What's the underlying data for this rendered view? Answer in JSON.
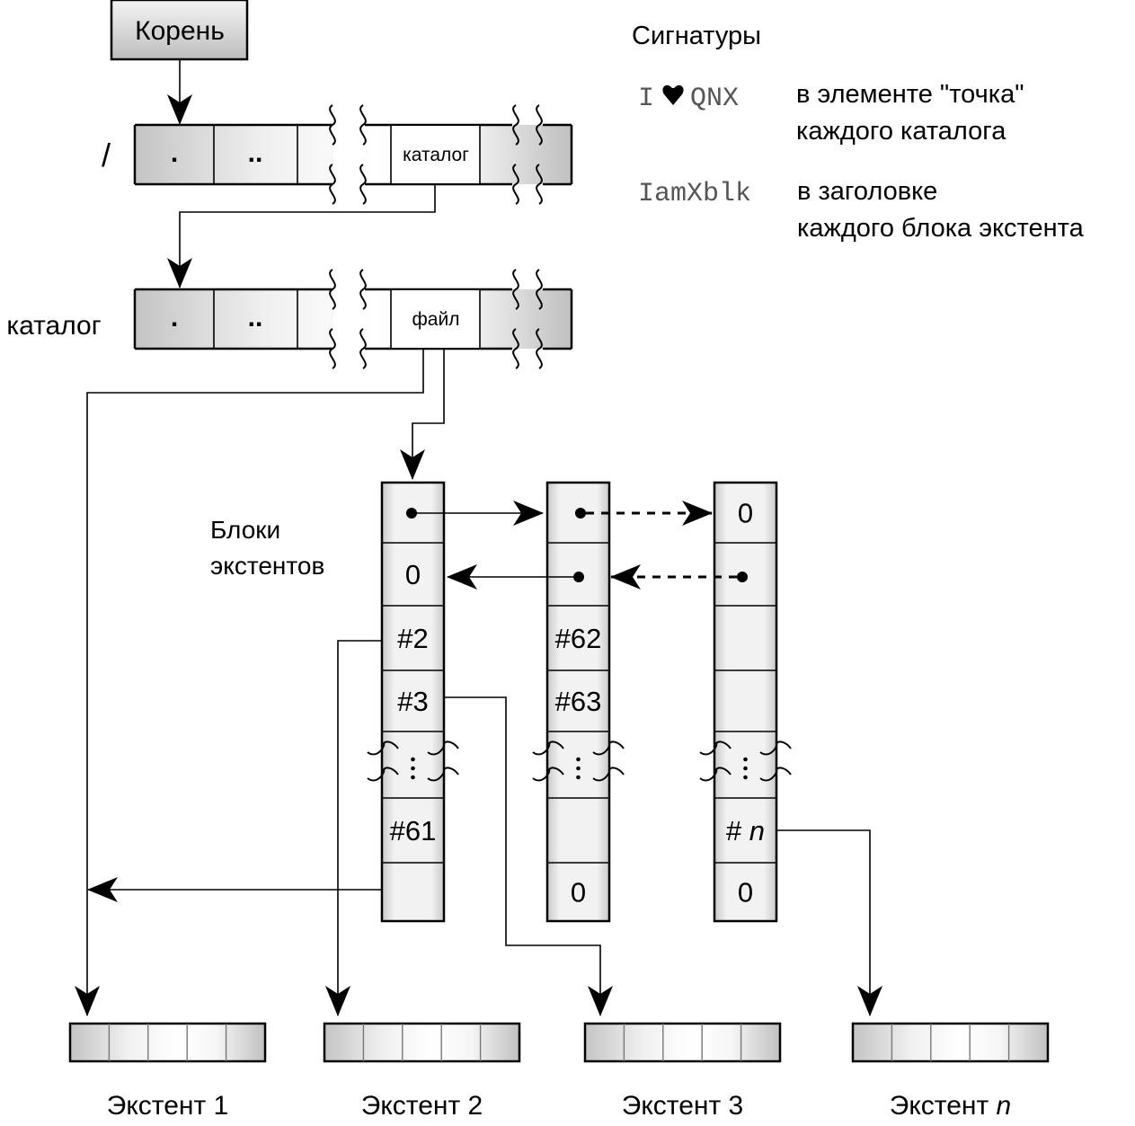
{
  "root": {
    "label": "Корень"
  },
  "dirs": [
    {
      "id": "root-dir",
      "side_label": "/",
      "cells": [
        ".",
        "..",
        "",
        "каталог",
        ""
      ]
    },
    {
      "id": "catalog-dir",
      "side_label": "каталог",
      "cells": [
        ".",
        "..",
        "",
        "файл",
        ""
      ]
    }
  ],
  "signatures": {
    "title": "Сигнатуры",
    "items": [
      {
        "code_prefix": "I",
        "code_icon": "heart-icon",
        "code_suffix": "QNX",
        "desc_line1": "в элементе \"точка\"",
        "desc_line2": "каждого каталога"
      },
      {
        "code": "IamXblk",
        "desc_line1": "в заголовке",
        "desc_line2": "каждого блока экстента"
      }
    ]
  },
  "extent_blocks_label": {
    "line1": "Блоки",
    "line2": "экстентов"
  },
  "blocks": [
    {
      "id": "block-1",
      "cells": [
        "•",
        "0",
        "#2",
        "#3",
        "⋮",
        "#61",
        ""
      ]
    },
    {
      "id": "block-2",
      "cells": [
        "•",
        "•",
        "#62",
        "#63",
        "⋮",
        "",
        "0"
      ]
    },
    {
      "id": "block-3",
      "cells": [
        "0",
        "•",
        "",
        "",
        "⋮",
        "# n",
        "0"
      ]
    }
  ],
  "extents": [
    {
      "label_prefix": "Экстент",
      "label_suffix": "1",
      "italic": false
    },
    {
      "label_prefix": "Экстент",
      "label_suffix": "2",
      "italic": false
    },
    {
      "label_prefix": "Экстент",
      "label_suffix": "3",
      "italic": false
    },
    {
      "label_prefix": "Экстент",
      "label_suffix": "n",
      "italic": true
    }
  ]
}
